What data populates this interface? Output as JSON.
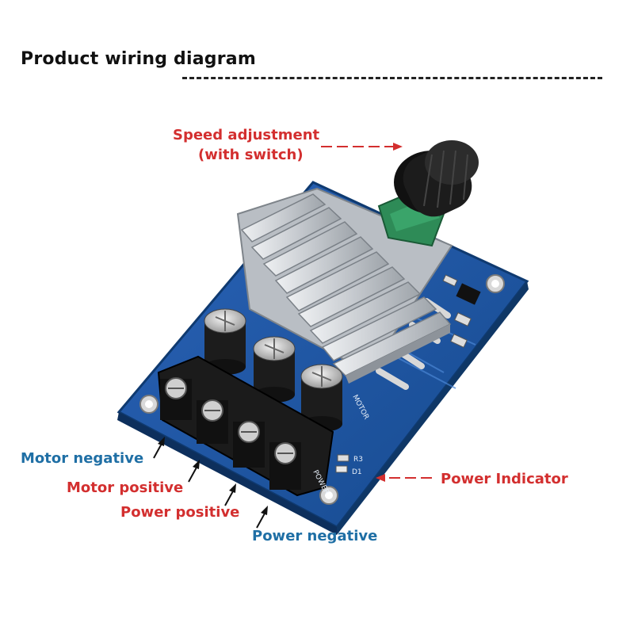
{
  "title": "Product wiring diagram",
  "labels": {
    "speed_adjustment_line1": "Speed adjustment",
    "speed_adjustment_line2": "(with switch)",
    "motor_negative": "Motor negative",
    "motor_positive": "Motor positive",
    "power_positive": "Power positive",
    "power_negative": "Power negative",
    "power_indicator": "Power Indicator"
  },
  "silkscreen": {
    "motor": "MOTOR",
    "power": "POWER",
    "r3": "R3",
    "d1": "D1"
  },
  "colors": {
    "red_label": "#d32f2f",
    "blue_label": "#1f6fa5",
    "pcb": "#1b4f9c",
    "heatsink": "#c9ccd0",
    "knob": "#1a1a1a",
    "pot_body": "#2e8b57",
    "terminal": "#1b1b1b"
  }
}
